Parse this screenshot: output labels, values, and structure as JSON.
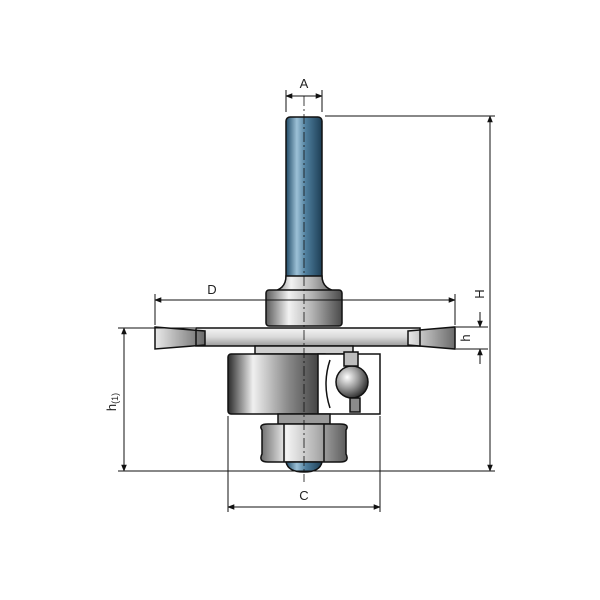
{
  "dimensions": {
    "shank_diameter": "A",
    "cutter_diameter": "D",
    "total_height": "H",
    "cutting_height": "h",
    "bearing_diameter": "C",
    "height_to_cut": "h",
    "height_to_cut_subscript": "(1)"
  },
  "colors": {
    "steel_light": "#e9e9e9",
    "steel_dark": "#4a4a4a",
    "shank_blue": "#3f6f8e",
    "outline": "#111111"
  }
}
